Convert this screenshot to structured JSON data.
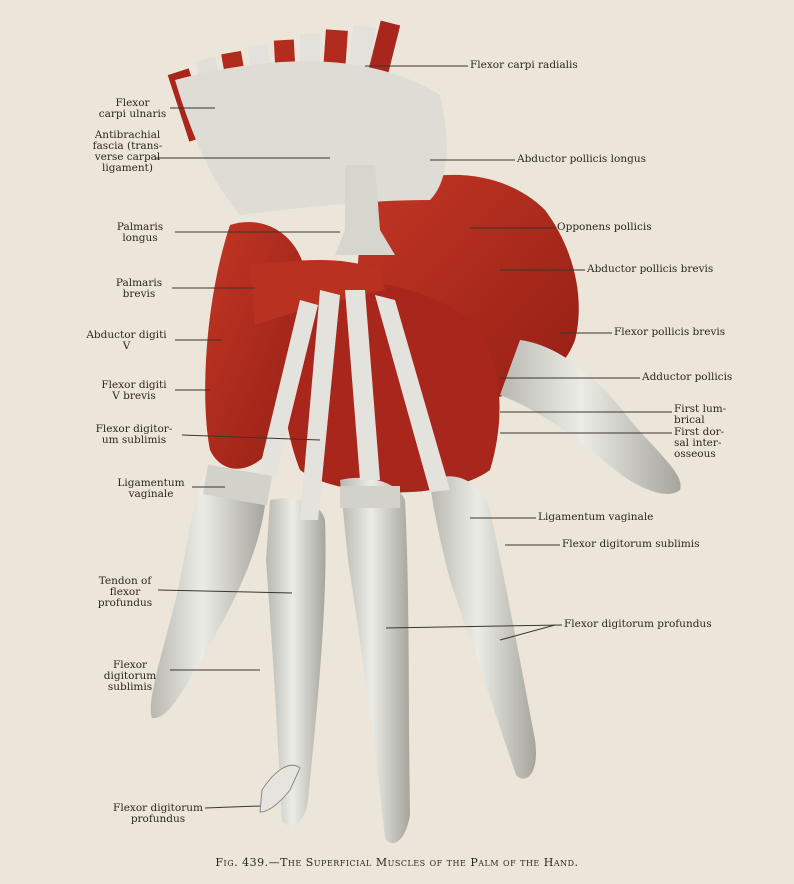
{
  "caption": "Fig. 439.—The Superficial Muscles of the Palm of the Hand.",
  "colors": {
    "background": "#ece5d9",
    "muscle": "#b52c1f",
    "muscle_dark": "#8e1e14",
    "tendon": "#dcdcd6",
    "tendon_shade": "#a9a9a2",
    "leader": "#3a352e"
  },
  "labels": {
    "flexor_carpi_radialis": "Flexor carpi radialis",
    "flexor_carpi_ulnaris": "Flexor\ncarpi ulnaris",
    "antibrachial_fascia": "Antibrachial\nfascia (trans-\nverse carpal\nligament)",
    "abductor_pollicis_longus": "Abductor pollicis longus",
    "opponens_pollicis": "Opponens pollicis",
    "palmaris_longus": "Palmaris\nlongus",
    "abductor_pollicis_brevis": "Abductor pollicis brevis",
    "palmaris_brevis": "Palmaris\nbrevis",
    "flexor_pollicis_brevis": "Flexor pollicis brevis",
    "abductor_digiti_v": "Abductor digiti\nV",
    "adductor_pollicis": "Adductor pollicis",
    "flexor_digiti_v_brevis": "Flexor digiti\nV brevis",
    "first_lumbrical": "First lum-\nbrical",
    "first_dorsal_interosseous": "First dor-\nsal inter-\nosseous",
    "flexor_digitorum_sublimis_left": "Flexor digitor-\num sublimis",
    "ligamentum_vaginale_left": "Ligamentum\nvaginale",
    "ligamentum_vaginale_right": "Ligamentum vaginale",
    "flexor_digitorum_sublimis_right": "Flexor digitorum sublimis",
    "tendon_of_flexor_profundus": "Tendon of\nflexor\nprofundus",
    "flexor_digitorum_profundus_right": "Flexor digitorum profundus",
    "flexor_digitorum_sublimis_lower": "Flexor\ndigitorum\nsublimis",
    "flexor_digitorum_profundus_bottom": "Flexor digitorum\nprofundus"
  }
}
